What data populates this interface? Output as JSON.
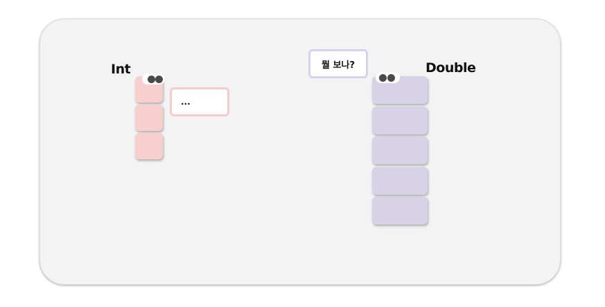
{
  "int_group": {
    "label": "Int",
    "block_count": 3,
    "block_color": "#f7cfcf",
    "speech_bubble": {
      "text": "...",
      "border_color": "#f5caca"
    }
  },
  "double_group": {
    "label": "Double",
    "block_count": 5,
    "block_color": "#d8d2e6",
    "speech_bubble": {
      "text": "뭘 보나?",
      "border_color": "#d6d2ea"
    }
  },
  "colors": {
    "canvas_background": "#f3f3f3",
    "eye_white": "#ffffff",
    "pupil": "#4a4a4a"
  }
}
